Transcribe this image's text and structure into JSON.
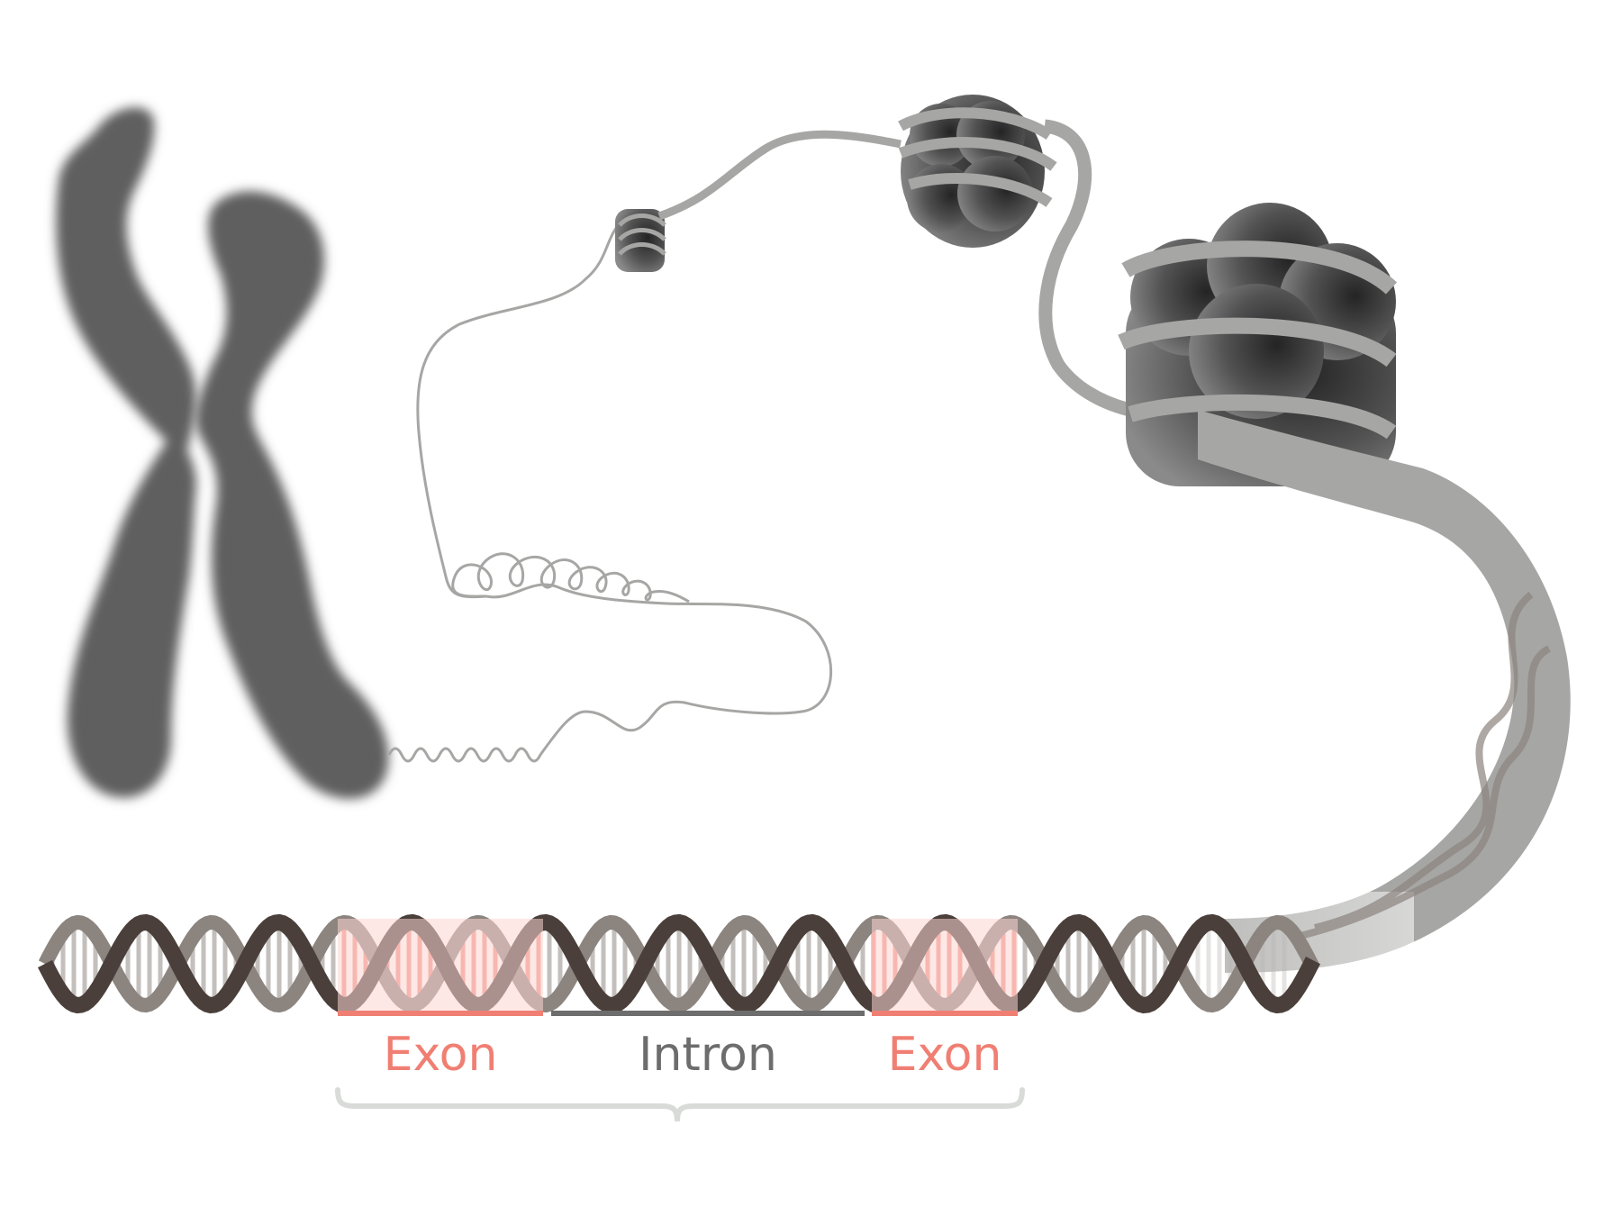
{
  "labels": {
    "exon_left": "Exon",
    "intron": "Intron",
    "exon_right": "Exon"
  },
  "colors": {
    "chromosome": "#5e5e5e",
    "strand": "#a6a6a4",
    "histone": "#4a4a4a",
    "helix_dark": "#4a3f3a",
    "helix_light": "#8c847f",
    "exon": "#f07f73",
    "exon_fill": "#fbd6d1",
    "intron": "#6d6d6d",
    "brace": "#d9dbd9"
  }
}
